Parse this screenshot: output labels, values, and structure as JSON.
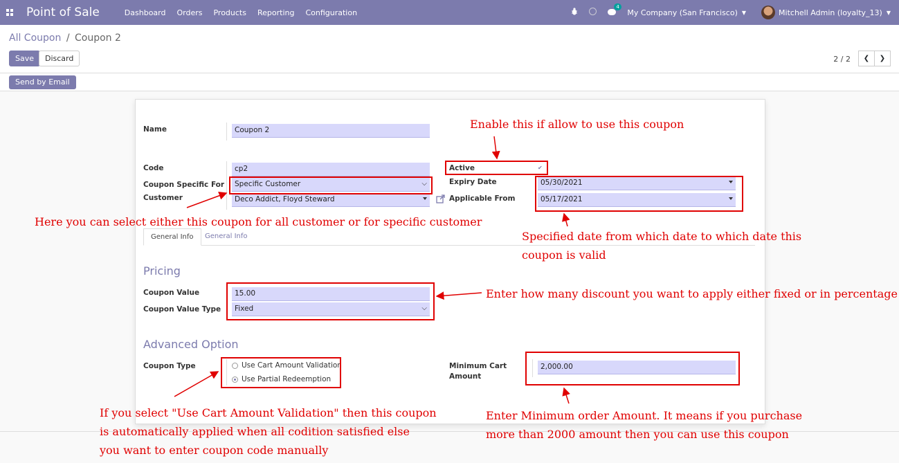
{
  "navbar": {
    "app_title": "Point of Sale",
    "menu": [
      "Dashboard",
      "Orders",
      "Products",
      "Reporting",
      "Configuration"
    ],
    "chat_badge": "4",
    "company": "My Company (San Francisco)",
    "user": "Mitchell Admin (loyalty_13)"
  },
  "breadcrumb": {
    "parent": "All Coupon",
    "separator": "/",
    "current": "Coupon 2"
  },
  "toolbar": {
    "save_label": "Save",
    "discard_label": "Discard",
    "pager": "2 / 2",
    "prev_icon": "chevron-left-icon",
    "next_icon": "chevron-right-icon"
  },
  "statusbar": {
    "send_email_label": "Send by Email"
  },
  "form": {
    "name_label": "Name",
    "name_value": "Coupon 2",
    "code_label": "Code",
    "code_value": "cp2",
    "specific_for_label": "Coupon Specific For",
    "specific_for_value": "Specific Customer",
    "customer_label": "Customer",
    "customer_value": "Deco Addict, Floyd Steward",
    "active_label": "Active",
    "active_checked": true,
    "expiry_label": "Expiry Date",
    "expiry_value": "05/30/2021",
    "applicable_label": "Applicable From",
    "applicable_value": "05/17/2021"
  },
  "tabs": [
    "General Info",
    "General Info"
  ],
  "pricing": {
    "title": "Pricing",
    "value_label": "Coupon Value",
    "value": "15.00",
    "type_label": "Coupon Value Type",
    "type_value": "Fixed"
  },
  "advanced": {
    "title": "Advanced Option",
    "type_label": "Coupon Type",
    "options": [
      "Use Cart Amount Validation",
      "Use Partial Redeemption"
    ],
    "selected_option": 1,
    "min_cart_label_1": "Minimum Cart",
    "min_cart_label_2": "Amount",
    "min_cart_value": "2,000.00"
  },
  "annotations": {
    "active": "Enable this if allow to use this coupon",
    "customer": "Here you can select either this coupon for all customer or for specific customer",
    "dates_1": "Specified date from which date to which date this",
    "dates_2": "coupon is valid",
    "discount": "Enter how many discount you want to apply either fixed or in percentage",
    "coupon_type_1": "If you select \"Use Cart Amount Validation\" then this coupon",
    "coupon_type_2": "is automatically applied when all codition satisfied else",
    "coupon_type_3": "you want to enter coupon code manually",
    "min_cart_1": "Enter Minimum order Amount. It means if you purchase",
    "min_cart_2": "more than 2000 amount then you can use this coupon"
  },
  "colors": {
    "navbar": "#7c7bad",
    "field": "#d8d8fb",
    "annotation": "#e00000"
  }
}
